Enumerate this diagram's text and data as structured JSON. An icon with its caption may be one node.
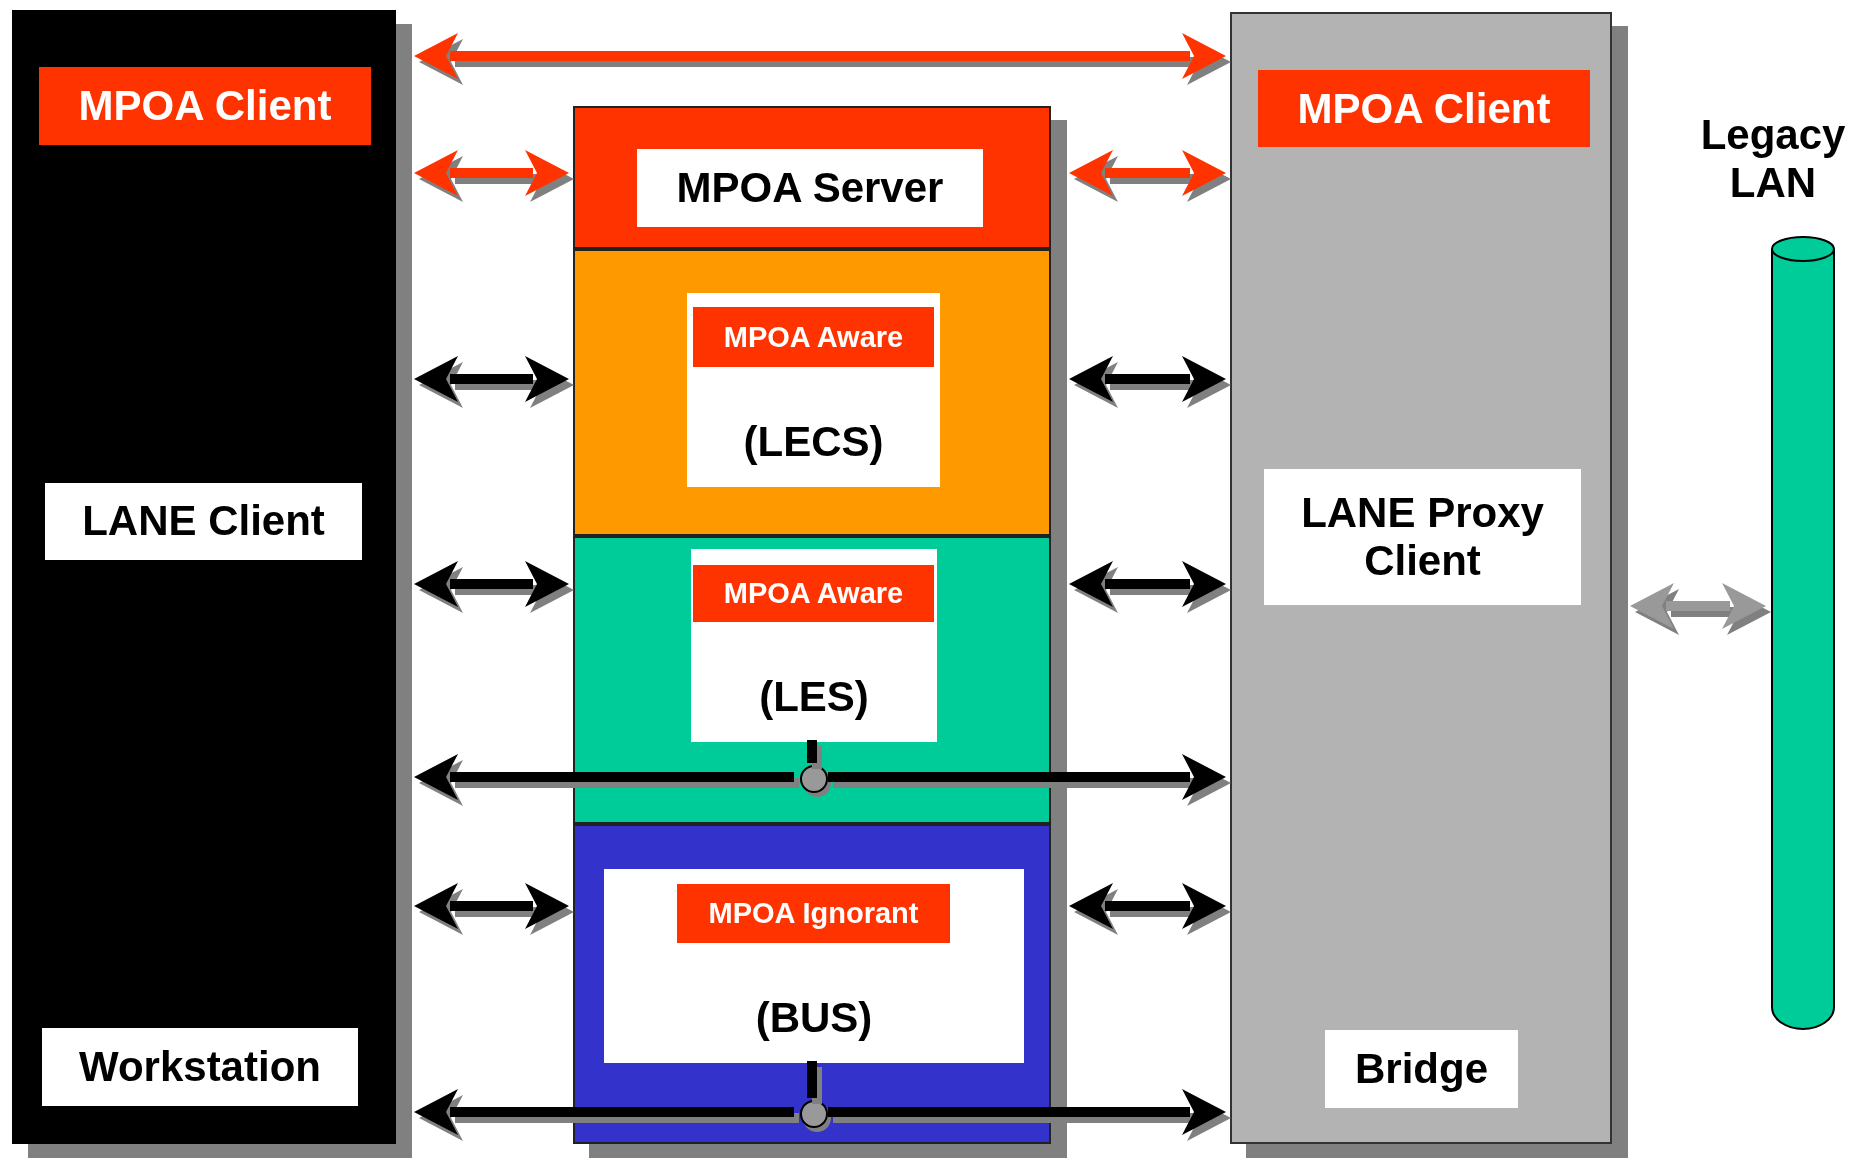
{
  "diagram": {
    "nodes": [
      {
        "text": [],
        "shape": "box"
      },
      {
        "text": [
          "MPOA Client"
        ],
        "in": 0
      },
      {
        "text": [
          "LANE Client"
        ],
        "in": 0
      },
      {
        "text": [
          "Workstation"
        ],
        "in": 0
      },
      {
        "text": [],
        "shape": "box"
      },
      {
        "text": [
          "MPOA Server"
        ],
        "in": 4
      },
      {
        "text": [],
        "shape": "box"
      },
      {
        "text": [
          "(LECS)"
        ],
        "in": 6
      },
      {
        "text": [
          "MPOA Aware"
        ],
        "in": 7
      },
      {
        "text": [],
        "shape": "box"
      },
      {
        "text": [
          "(LES)"
        ],
        "in": 9
      },
      {
        "text": [
          "MPOA Aware"
        ],
        "in": 10
      },
      {
        "text": [],
        "shape": "box"
      },
      {
        "text": [
          "(BUS)"
        ],
        "in": 12
      },
      {
        "text": [
          "MPOA Ignorant"
        ],
        "in": 13
      },
      {
        "text": [],
        "shape": "box"
      },
      {
        "text": [
          "MPOA Client"
        ],
        "in": 15
      },
      {
        "text": [
          "LANE Proxy Client"
        ],
        "in": 15
      },
      {
        "text": [
          "Bridge"
        ],
        "in": 15
      },
      {
        "text": [
          "Legacy LAN"
        ]
      },
      {
        "text": [],
        "shape": "circle",
        "in": 9
      },
      {
        "text": [],
        "shape": "circle",
        "in": 12
      }
    ],
    "edges": [
      {
        "from": 0,
        "to": 15,
        "arrow": "both",
        "color": "#ff3300"
      },
      {
        "from": 0,
        "to": 4,
        "arrow": "both",
        "color": "#ff3300"
      },
      {
        "from": 4,
        "to": 15,
        "arrow": "both",
        "color": "#ff3300"
      },
      {
        "from": 0,
        "to": 6,
        "arrow": "both"
      },
      {
        "from": 6,
        "to": 15,
        "arrow": "both"
      },
      {
        "from": 0,
        "to": 9,
        "arrow": "both"
      },
      {
        "from": 9,
        "to": 15,
        "arrow": "both"
      },
      {
        "from": 20,
        "to": 0,
        "arrow": "to"
      },
      {
        "from": 20,
        "to": 15,
        "arrow": "to"
      },
      {
        "from": 10,
        "to": 20,
        "arrow": "none"
      },
      {
        "from": 0,
        "to": 12,
        "arrow": "both"
      },
      {
        "from": 12,
        "to": 15,
        "arrow": "both"
      },
      {
        "from": 21,
        "to": 0,
        "arrow": "to"
      },
      {
        "from": 21,
        "to": 15,
        "arrow": "to"
      },
      {
        "from": 13,
        "to": 21,
        "arrow": "none"
      },
      {
        "from": 15,
        "to": 19,
        "arrow": "both",
        "color": "#999999"
      }
    ]
  }
}
